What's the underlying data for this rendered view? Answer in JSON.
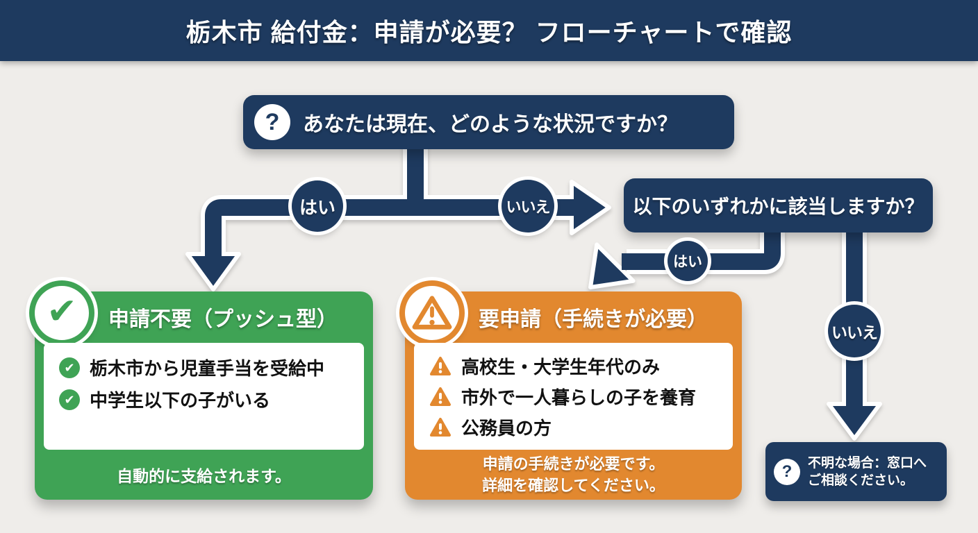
{
  "header": {
    "title": "栃木市 給付金：申請が必要？ フローチャートで確認"
  },
  "icons": {
    "question_mark": "?",
    "check_mark": "✔"
  },
  "flowchart": {
    "question1": {
      "text": "あなたは現在、どのような状況ですか？"
    },
    "question2": {
      "text": "以下のいずれかに該当しますか？"
    },
    "branch1": {
      "yes_label": "はい",
      "no_label": "いいえ"
    },
    "branch2": {
      "yes_label": "はい",
      "no_label": "いいえ"
    },
    "no_application": {
      "title": "申請不要（プッシュ型）",
      "items": [
        "栃木市から児童手当を受給中",
        "中学生以下の子がいる"
      ],
      "footer": "自動的に支給されます。"
    },
    "application_required": {
      "title": "要申請（手続きが必要）",
      "items": [
        "高校生・大学生年代のみ",
        "市外で一人暮らしの子を養育",
        "公務員の方"
      ],
      "footer_lines": [
        "申請の手続きが必要です。",
        "詳細を確認してください。"
      ]
    },
    "consult": {
      "lines": [
        "不明な場合：窓口へ",
        "ご相談ください。"
      ]
    }
  },
  "colors": {
    "navy": "#1e3a5f",
    "green": "#3fa355",
    "orange": "#e2882f",
    "background": "#efedea",
    "body_text": "#111111"
  }
}
